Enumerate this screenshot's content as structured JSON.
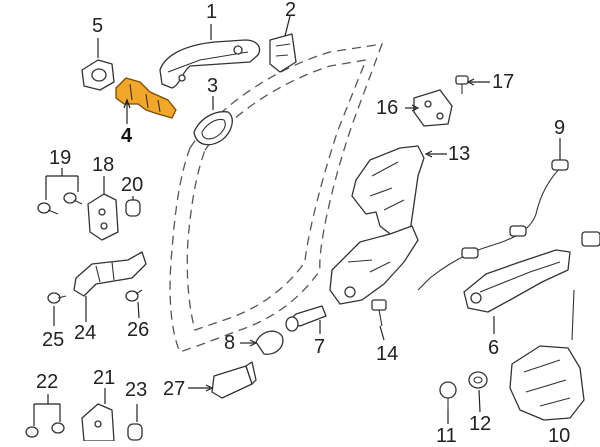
{
  "callouts": [
    {
      "id": "1",
      "text": "1"
    },
    {
      "id": "2",
      "text": "2"
    },
    {
      "id": "3",
      "text": "3"
    },
    {
      "id": "4",
      "text": "4",
      "highlighted": true
    },
    {
      "id": "5",
      "text": "5"
    },
    {
      "id": "6",
      "text": "6"
    },
    {
      "id": "7",
      "text": "7"
    },
    {
      "id": "8",
      "text": "8"
    },
    {
      "id": "9",
      "text": "9"
    },
    {
      "id": "10",
      "text": "10"
    },
    {
      "id": "11",
      "text": "11"
    },
    {
      "id": "12",
      "text": "12"
    },
    {
      "id": "13",
      "text": "13"
    },
    {
      "id": "14",
      "text": "14"
    },
    {
      "id": "16",
      "text": "16"
    },
    {
      "id": "17",
      "text": "17"
    },
    {
      "id": "18",
      "text": "18"
    },
    {
      "id": "19",
      "text": "19"
    },
    {
      "id": "20",
      "text": "20"
    },
    {
      "id": "21",
      "text": "21"
    },
    {
      "id": "22",
      "text": "22"
    },
    {
      "id": "23",
      "text": "23"
    },
    {
      "id": "24",
      "text": "24"
    },
    {
      "id": "25",
      "text": "25"
    },
    {
      "id": "26",
      "text": "26"
    },
    {
      "id": "27",
      "text": "27"
    }
  ],
  "highlight_color": "#f2a72a",
  "line_color": "#333333"
}
